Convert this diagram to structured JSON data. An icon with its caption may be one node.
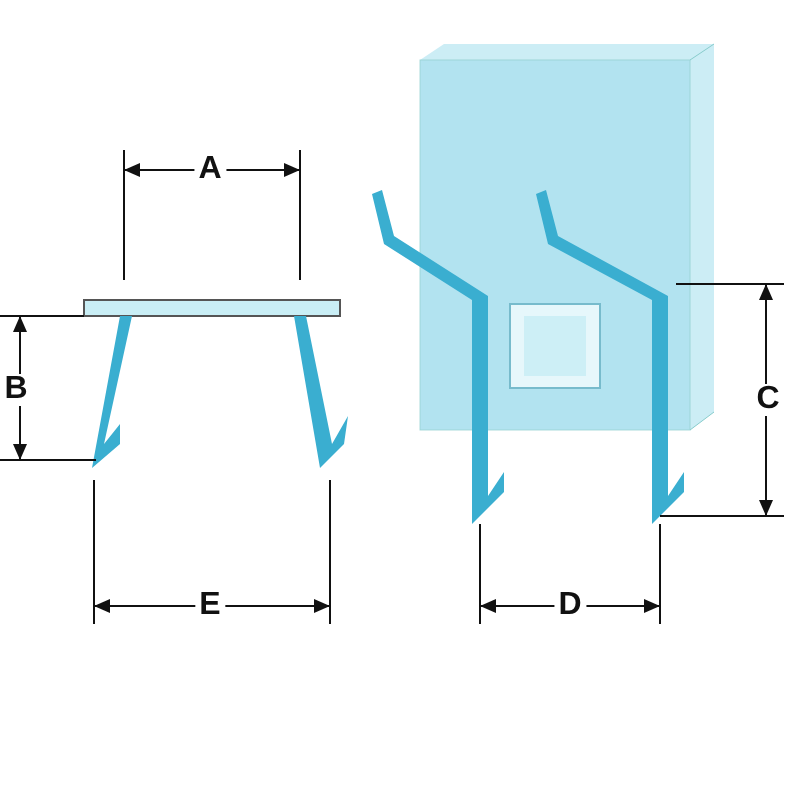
{
  "diagram": {
    "labels": [
      "A",
      "B",
      "C",
      "E",
      "D"
    ]
  }
}
